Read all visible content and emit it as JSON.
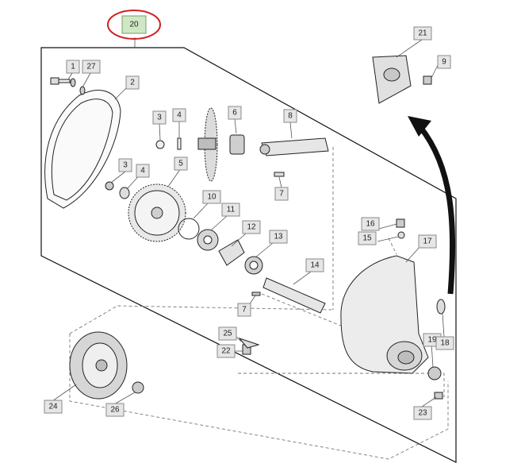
{
  "callouts": {
    "c1": "1",
    "c27": "27",
    "c2": "2",
    "c3a": "3",
    "c4a": "4",
    "c5": "5",
    "c6": "6",
    "c8": "8",
    "c7a": "7",
    "c3b": "3",
    "c4b": "4",
    "c10": "10",
    "c11": "11",
    "c12": "12",
    "c13": "13",
    "c14": "14",
    "c7b": "7",
    "c16": "16",
    "c15": "15",
    "c17": "17",
    "c21": "21",
    "c9": "9",
    "c18": "18",
    "c19": "19",
    "c20": "20",
    "c25": "25",
    "c22": "22",
    "c24": "24",
    "c26": "26",
    "c23": "23"
  },
  "colors": {
    "assembly_highlight": "#d02020",
    "assembly_label_bg": "#cfe8c4",
    "callout_bg": "#e6e6e6",
    "arrow": "#111111"
  }
}
